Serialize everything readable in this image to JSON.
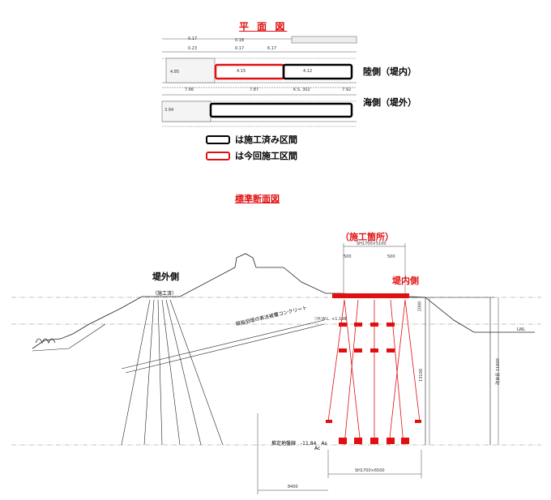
{
  "plan": {
    "title": "平 面 図",
    "label_land": "陸側（堤内）",
    "label_sea": "海側（堤外）",
    "small_labels": [
      "0.17",
      "0.23",
      "0.16",
      "0.17",
      "6.17",
      "4.85",
      "4.15",
      "4.12",
      "7.86",
      "7.87",
      "K.S. 302",
      "7.92",
      "3.94"
    ]
  },
  "legend": {
    "done": "は施工済み区間",
    "current": "は今回施工区間"
  },
  "section": {
    "title": "標準断面図",
    "site_label": "（施工箇所）",
    "outer_side": "堤外側",
    "inner_side": "堤内側",
    "existing_work": "（施工済）",
    "concrete_note": "既設旧堤の表法被覆コンクリート",
    "dim_top": "SH1700×5100",
    "dim_bottom": "SH1700×6500",
    "dim_left": "500",
    "dim_right": "500",
    "design_depth": "推定地盤線　-11.84　As",
    "layer_ac": "Ac",
    "level_label": "▽H.W.L. +1.198",
    "dim_vert": "13100",
    "dim_vert2": "改良長 11600",
    "dim_base": "8400",
    "dim_top_small": "2000",
    "right_label": "LWL"
  },
  "colors": {
    "accent": "#e01010",
    "line": "#000000"
  }
}
